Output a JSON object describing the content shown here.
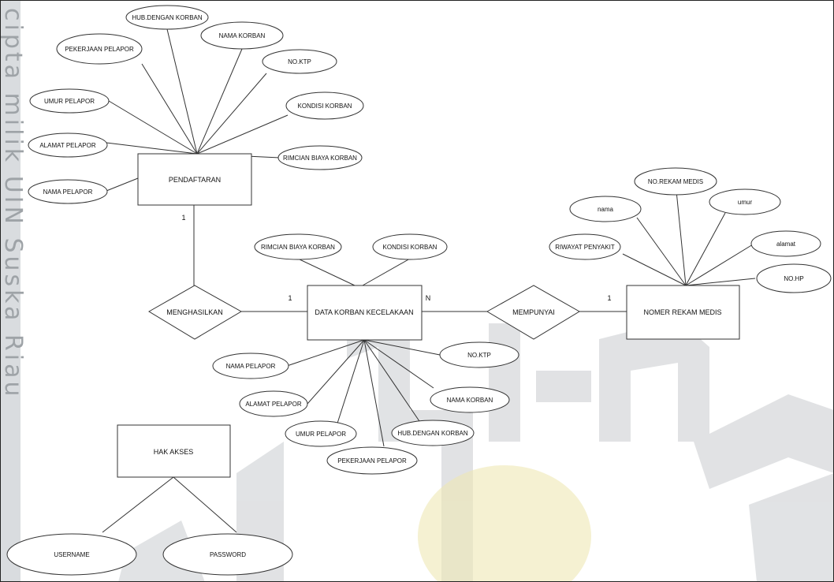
{
  "watermark": {
    "side_text": "cipta milik UIN Suska Riau",
    "colors": {
      "side_band": "#d9dcdf",
      "emblem": "#c9cccf",
      "emblem_gold": "#efe7b4"
    }
  },
  "entities": {
    "pendaftaran": "PENDAFTARAN",
    "data_korban": "DATA KORBAN KECELAKAAN",
    "rekam_medis": "NOMER REKAM MEDIS",
    "hak_akses": "HAK AKSES"
  },
  "relationships": {
    "menghasilkan": "MENGHASILKAN",
    "mempunyai": "MEMPUNYAI"
  },
  "cardinalities": {
    "pendaftaran_side": "1",
    "data_korban_left": "1",
    "data_korban_right": "N",
    "rekam_medis_side": "1"
  },
  "attributes": {
    "pendaftaran": {
      "hub_dengan_korban": "HUB.DENGAN KORBAN",
      "nama_korban": "NAMA KORBAN",
      "pekerjaan_pelapor": "PEKERJAAN PELAPOR",
      "no_ktp": "NO.KTP",
      "umur_pelapor": "UMUR PELAPOR",
      "kondisi_korban": "KONDISI KORBAN",
      "alamat_pelapor": "ALAMAT PELAPOR",
      "rimcian_biaya_korban": "RIMCIAN BIAYA KORBAN",
      "nama_pelapor": "NAMA PELAPOR"
    },
    "data_korban": {
      "rimcian_biaya_korban": "RIMCIAN BIAYA KORBAN",
      "kondisi_korban": "KONDISI KORBAN",
      "no_ktp": "NO.KTP",
      "nama_pelapor": "NAMA PELAPOR",
      "nama_korban": "NAMA KORBAN",
      "alamat_pelapor": "ALAMAT PELAPOR",
      "hub_dengan_korban": "HUB.DENGAN KORBAN",
      "umur_pelapor": "UMUR PELAPOR",
      "pekerjaan_pelapor": "PEKERJAAN PELAPOR"
    },
    "rekam_medis": {
      "no_rekam_medis": "NO.REKAM MEDIS",
      "nama": "nama",
      "umur": "umur",
      "riwayat_penyakit": "RIWAYAT PENYAKIT",
      "alamat": "alamat",
      "no_hp": "NO.HP"
    },
    "hak_akses": {
      "username": "USERNAME",
      "password": "PASSWORD"
    }
  }
}
